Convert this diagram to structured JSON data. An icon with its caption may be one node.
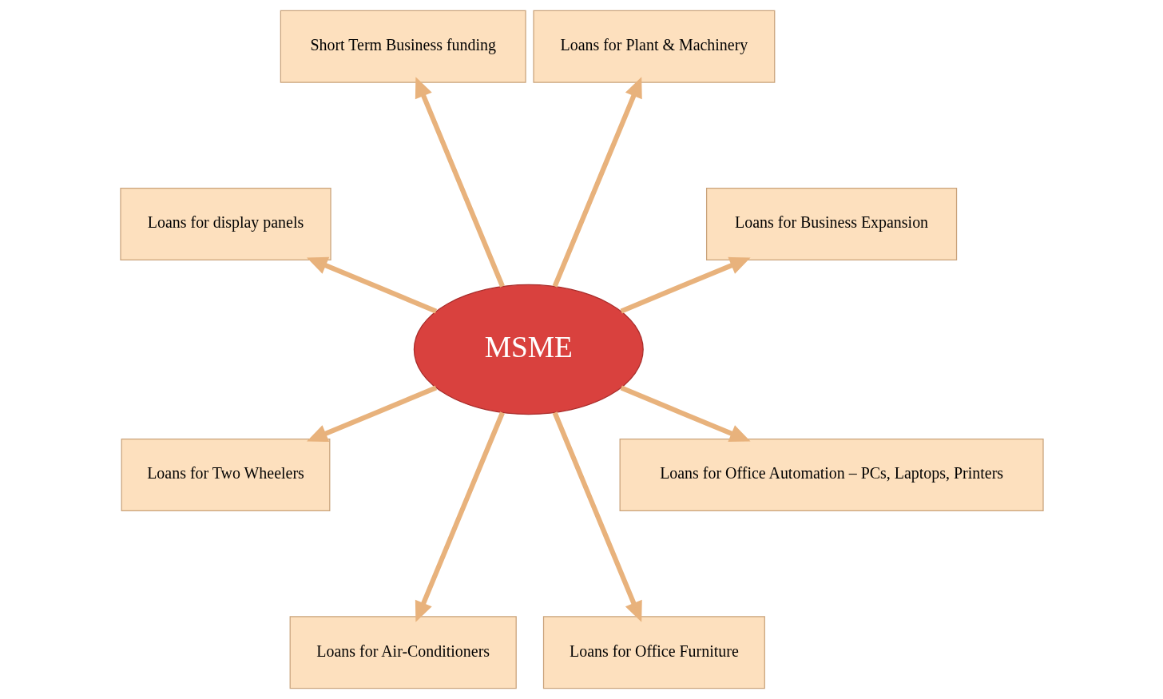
{
  "diagram": {
    "nodes": [
      {
        "text": [
          "Loans for Business Expansion"
        ]
      },
      {
        "text": [
          "Loans for Plant & Machinery"
        ]
      },
      {
        "text": [
          "Short Term Business funding"
        ]
      },
      {
        "text": [
          "Loans for display panels"
        ]
      },
      {
        "text": [
          "MSME"
        ]
      },
      {
        "text": [
          "Loans for Two Wheelers"
        ]
      },
      {
        "text": [
          "Loans for Air-Conditioners"
        ]
      },
      {
        "text": [
          "Loans for Office Furniture"
        ]
      },
      {
        "text": [
          "Loans for Office Automation – PCs, Laptops, Printers"
        ]
      }
    ],
    "edges": [
      {
        "from": 4,
        "to": 0,
        "arrow": "to"
      },
      {
        "from": 4,
        "to": 2,
        "arrow": "to"
      },
      {
        "from": 4,
        "to": 5,
        "arrow": "to"
      },
      {
        "from": 4,
        "to": 7,
        "arrow": "to"
      },
      {
        "from": 4,
        "to": 8,
        "arrow": "to"
      },
      {
        "from": 4,
        "to": 6,
        "arrow": "to"
      },
      {
        "from": 4,
        "to": 3,
        "arrow": "to"
      },
      {
        "from": 4,
        "to": 1,
        "arrow": "to"
      }
    ]
  }
}
